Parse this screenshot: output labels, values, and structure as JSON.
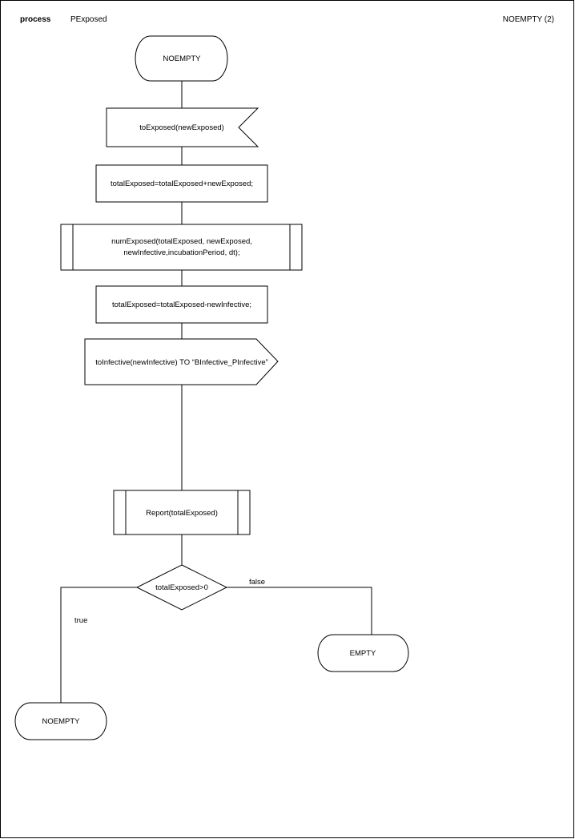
{
  "header": {
    "keyword": "process",
    "process_name": "PExposed",
    "page_id": "NOEMPTY (2)"
  },
  "diagram": {
    "start_state": "NOEMPTY",
    "input_signal": "toExposed(newExposed)",
    "task_1": "totalExposed=totalExposed+newExposed;",
    "procedure_call": {
      "line1": "numExposed(totalExposed, newExposed,",
      "line2": "newInfective,incubationPeriod, dt);"
    },
    "task_2": "totalExposed=totalExposed-newInfective;",
    "output_signal": "toInfective(newInfective) TO “BInfective_PInfective”",
    "report_call": "Report(totalExposed)",
    "decision": "totalExposed>0",
    "false_label": "false",
    "true_label": "true",
    "end_state_false": "EMPTY",
    "end_state_true": "NOEMPTY"
  }
}
